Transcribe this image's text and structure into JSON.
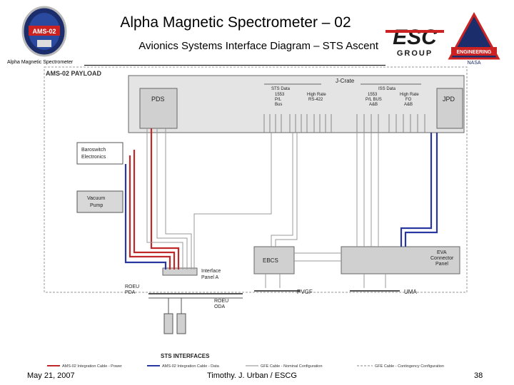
{
  "header": {
    "title": "Alpha Magnetic Spectrometer – 02",
    "subtitle": "Avionics Systems Interface Diagram – STS Ascent",
    "small_label": "Alpha Magnetic Spectrometer",
    "left_logo_text": "AMS-02",
    "esc_logo_text": "ESC",
    "esc_group_text": "GROUP",
    "eng_logo_text": "ENGINEERING",
    "eng_logo_sub": "NASA"
  },
  "diagram": {
    "payload_title": "AMS-02 PAYLOAD",
    "jcrate": "J-Crate",
    "sts_data": "STS Data",
    "iss_data": "ISS Data",
    "pl_bus_1": "1553\nP/L\nBus",
    "high_rate_1": "High Rate\nRS-422",
    "pl_bus_2": "1553\nP/L BUS\nA&B",
    "high_rate_2": "High Rate\nFO\nA&B",
    "pds": "PDS",
    "jpd": "JPD",
    "baroswitch": "Baroswitch\nElectronics",
    "vacuum_pump": "Vacuum\nPump",
    "ebcs": "EBCS",
    "eva_panel": "EVA\nConnector\nPanel",
    "interface_panel": "Interface\nPanel A",
    "roeu_pdu": "ROEU\nPDA",
    "roeu_oda": "ROEU\nODA",
    "pvgf": "PVGF",
    "uma": "UMA",
    "sts_interfaces": "STS INTERFACES"
  },
  "legend": {
    "power": "AMS-02 Integration Cable - Power",
    "data": "AMS-02 Integration Cable - Data",
    "gfe_nominal": "GFE Cable - Nominal Configuration",
    "gfe_contingency": "GFE Cable - Contingency Configuration"
  },
  "footer": {
    "date": "May 21, 2007",
    "author": "Timothy. J. Urban / ESCG",
    "page": "38"
  },
  "colors": {
    "power": "#c0282a",
    "data": "#2838a0",
    "gfe": "#888888",
    "box_fill": "#d8d8d8"
  }
}
